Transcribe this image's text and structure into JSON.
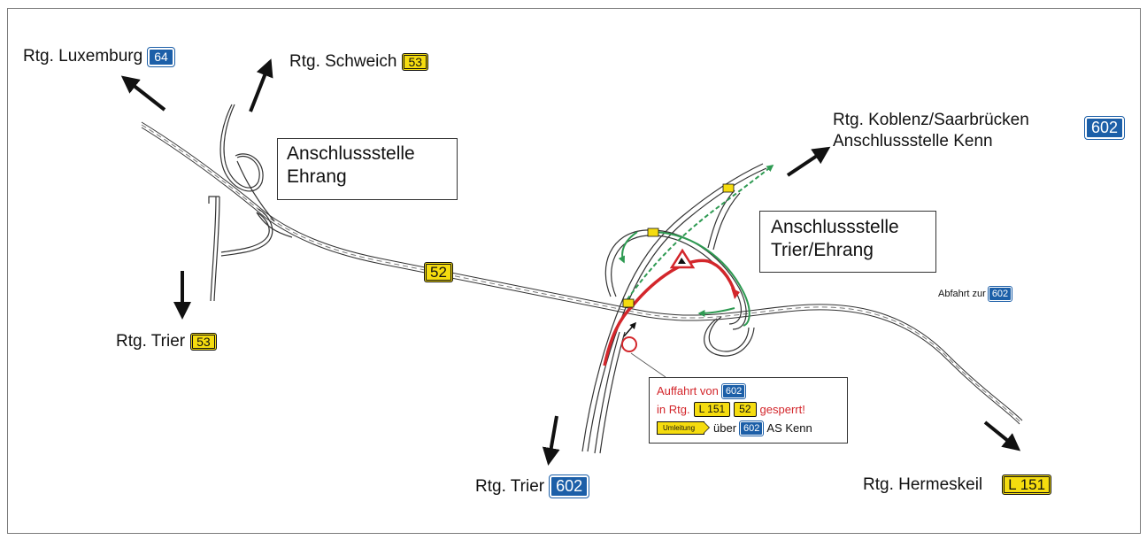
{
  "colors": {
    "road": "#333333",
    "closed_route": "#d3262b",
    "detour_route": "#2e9a52",
    "federal_route_sign": "#f5dc0f",
    "motorway_sign": "#1c5fa8"
  },
  "labels": {
    "luxemburg": {
      "text": "Rtg. Luxemburg",
      "sign": "64"
    },
    "schweich": {
      "text": "Rtg. Schweich",
      "sign": "53"
    },
    "trier_53": {
      "text": "Rtg. Trier",
      "sign": "53"
    },
    "koblenz_line1": "Rtg. Koblenz/Saarbrücken",
    "koblenz_line2": "Anschlussstelle Kenn",
    "koblenz_sign": "602",
    "trier_602": {
      "text": "Rtg. Trier",
      "sign": "602"
    },
    "hermeskeil": {
      "text": "Rtg. Hermeskeil",
      "sign": "L 151"
    },
    "abfahrt": {
      "text": "Abfahrt zur",
      "sign": "602"
    },
    "road_52": "52"
  },
  "boxes": {
    "ehrang_line1": "Anschlussstelle",
    "ehrang_line2": "Ehrang",
    "trier_ehrang_line1": "Anschlussstelle",
    "trier_ehrang_line2": "Trier/Ehrang"
  },
  "info": {
    "line1_text": "Auffahrt von",
    "line1_sign": "602",
    "line2_prefix": "in Rtg.",
    "line2_sign1": "L 151",
    "line2_sign2": "52",
    "line2_suffix": "gesperrt!",
    "detour_label": "Umleitung",
    "line3_text": "über",
    "line3_sign": "602",
    "line3_suffix": "AS Kenn"
  },
  "icons": [
    "arrow-icon",
    "roadworks-warning-icon",
    "no-entry-icon"
  ]
}
